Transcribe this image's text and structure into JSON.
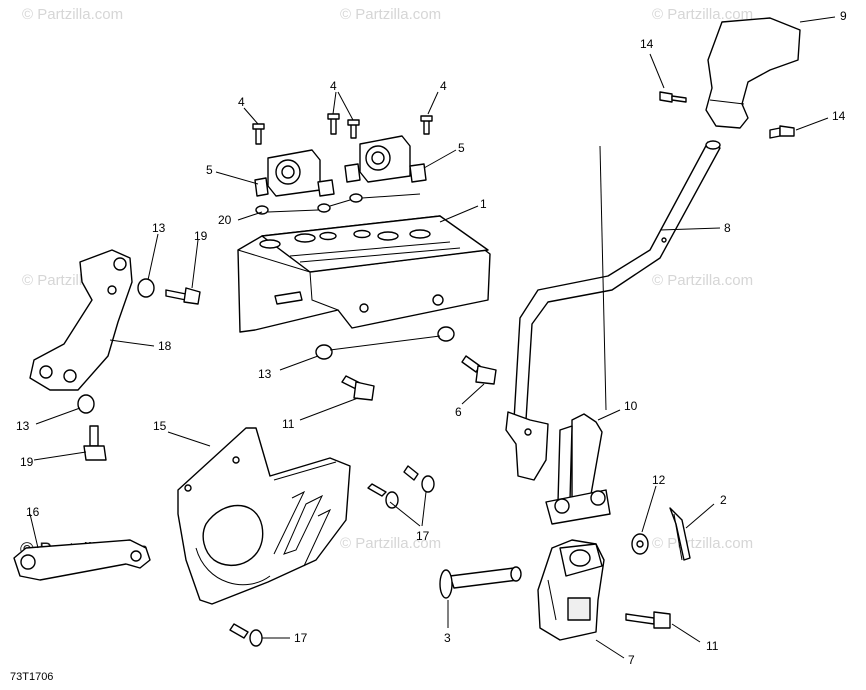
{
  "watermark": "© Partzilla.com",
  "diagram_code": "73T1706",
  "callouts": {
    "1": "1",
    "2": "2",
    "3": "3",
    "4": "4",
    "5": "5",
    "6": "6",
    "7": "7",
    "8": "8",
    "9": "9",
    "10": "10",
    "11": "11",
    "12": "12",
    "13": "13",
    "14": "14",
    "15": "15",
    "16": "16",
    "17": "17",
    "18": "18",
    "19": "19",
    "20": "20"
  }
}
